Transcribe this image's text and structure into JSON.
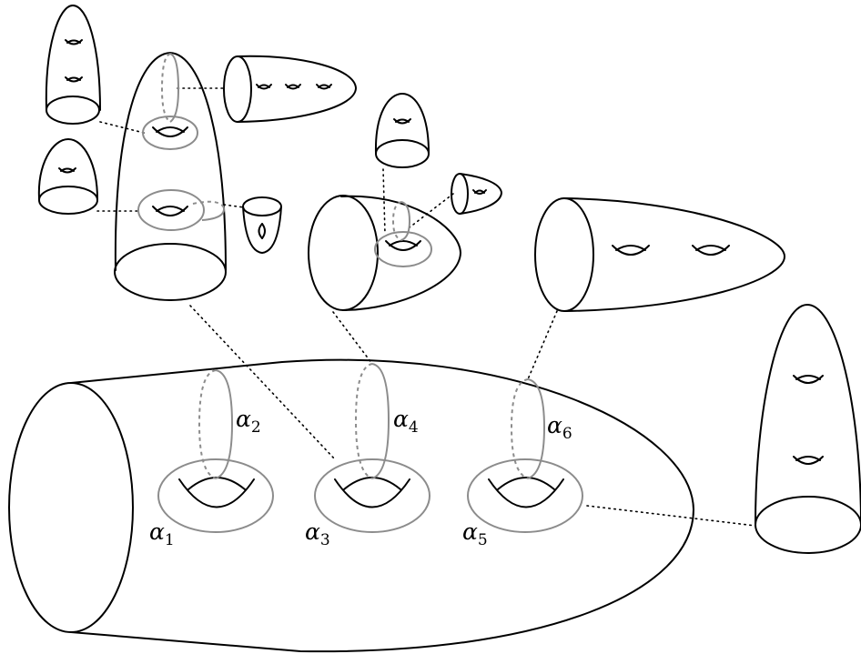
{
  "labels": {
    "alpha1": {
      "symbol": "α",
      "sub": "1"
    },
    "alpha2": {
      "symbol": "α",
      "sub": "2"
    },
    "alpha3": {
      "symbol": "α",
      "sub": "3"
    },
    "alpha4": {
      "symbol": "α",
      "sub": "4"
    },
    "alpha5": {
      "symbol": "α",
      "sub": "5"
    },
    "alpha6": {
      "symbol": "α",
      "sub": "6"
    }
  },
  "colors": {
    "outline": "#000000",
    "curve": "#8c8c8c",
    "background": "#ffffff"
  }
}
